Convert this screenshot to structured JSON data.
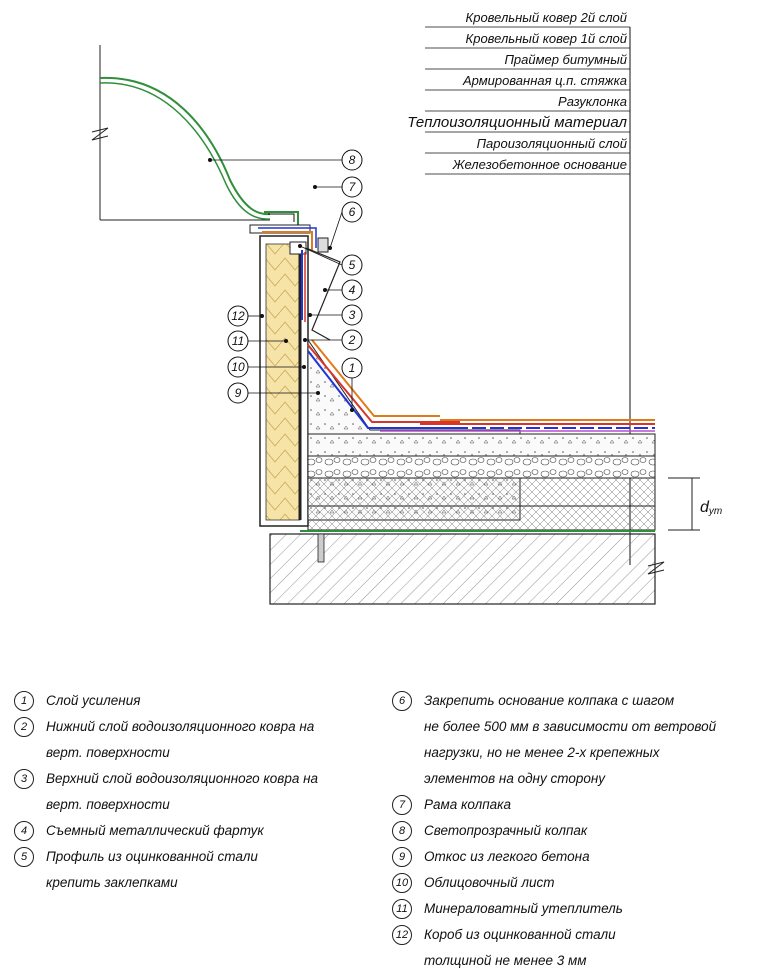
{
  "layers": [
    "Кровельный ковер 2й слой",
    "Кровельный ковер 1й слой",
    "Праймер битумный",
    "Армированная ц.п. стяжка",
    "Разуклонка",
    "Теплоизоляционный материал",
    "Пароизоляционный слой",
    "Железобетонное основание"
  ],
  "callouts": [
    "1",
    "2",
    "3",
    "4",
    "5",
    "6",
    "7",
    "8",
    "9",
    "10",
    "11",
    "12"
  ],
  "dimension_label": "d",
  "dimension_sub": "ут",
  "legend_left": [
    {
      "n": "1",
      "lines": [
        "Слой усиления"
      ]
    },
    {
      "n": "2",
      "lines": [
        "Нижний слой водоизоляционного ковра на",
        "верт. поверхности"
      ]
    },
    {
      "n": "3",
      "lines": [
        "Верхний слой водоизоляционного ковра на",
        "верт. поверхности"
      ]
    },
    {
      "n": "4",
      "lines": [
        "Съемный металлический фартук"
      ]
    },
    {
      "n": "5",
      "lines": [
        "Профиль из оцинкованной стали",
        "крепить заклепками"
      ]
    }
  ],
  "legend_right": [
    {
      "n": "6",
      "lines": [
        "Закрепить основание колпака с шагом",
        "не более 500 мм в зависимости от ветровой",
        "нагрузки, но не менее 2-х крепежных",
        "элементов на одну сторону"
      ]
    },
    {
      "n": "7",
      "lines": [
        "Рама колпака"
      ]
    },
    {
      "n": "8",
      "lines": [
        "Светопрозрачный колпак"
      ]
    },
    {
      "n": "9",
      "lines": [
        "Откос из легкого бетона"
      ]
    },
    {
      "n": "10",
      "lines": [
        "Облицовочный лист"
      ]
    },
    {
      "n": "11",
      "lines": [
        "Минераловатный утеплитель"
      ]
    },
    {
      "n": "12",
      "lines": [
        "Короб из оцинкованной стали",
        "толщиной не менее 3 мм"
      ]
    }
  ],
  "colors": {
    "insulation": "#f6e3a8",
    "dome": "#2f8f3a",
    "membrane_blue": "#1f35d8",
    "membrane_red": "#d8342a",
    "membrane_orange": "#e07b1a",
    "primer": "#b84fc9"
  }
}
